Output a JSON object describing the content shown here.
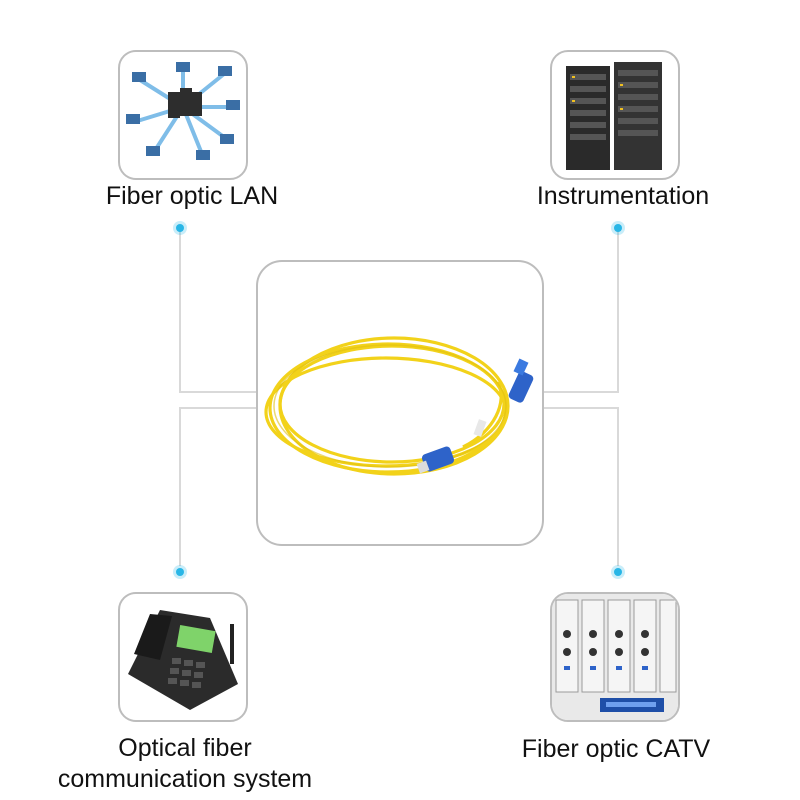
{
  "center": {
    "image": "yellow-fiber-patch-cord-with-blue-sc-connectors"
  },
  "items": [
    {
      "label": "Fiber optic LAN",
      "icon": "network-lan-icon"
    },
    {
      "label": "Instrumentation",
      "icon": "server-rack-icon"
    },
    {
      "label_lines": [
        "Optical fiber",
        "communication system"
      ],
      "icon": "desk-phone-icon"
    },
    {
      "label": "Fiber optic CATV",
      "icon": "catv-headend-icon"
    }
  ],
  "colors": {
    "line": "#d9d9d9",
    "dot": "#29b6e6",
    "card_border": "#bdbdbd",
    "cable": "#f2d21a",
    "connector": "#2e63c9"
  }
}
